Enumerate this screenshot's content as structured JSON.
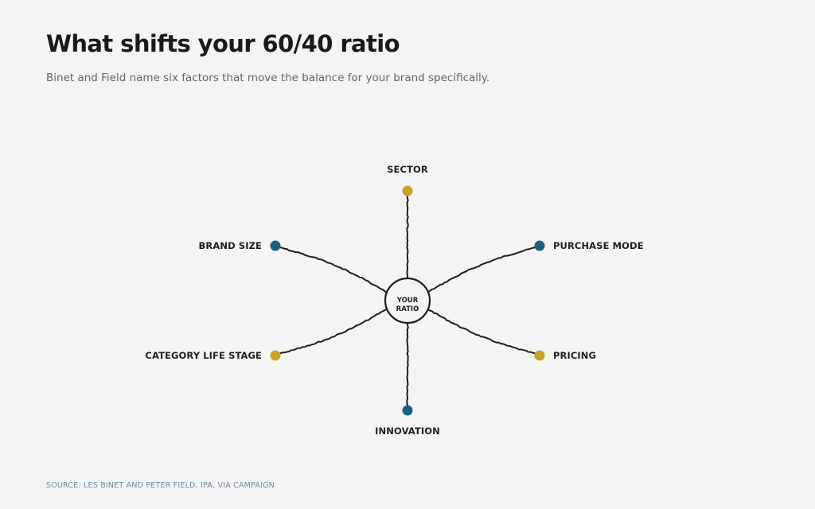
{
  "header": {
    "title": "What shifts your 60/40 ratio",
    "subtitle": "Binet and Field name six factors that move the balance for your brand specifically."
  },
  "diagram": {
    "center": {
      "line1": "YOUR",
      "line2": "RATIO"
    },
    "nodes": [
      {
        "label": "SECTOR",
        "color": "#c9a227"
      },
      {
        "label": "PURCHASE MODE",
        "color": "#1c5f7f"
      },
      {
        "label": "PRICING",
        "color": "#c9a227"
      },
      {
        "label": "INNOVATION",
        "color": "#1c5f7f"
      },
      {
        "label": "CATEGORY LIFE STAGE",
        "color": "#c9a227"
      },
      {
        "label": "BRAND SIZE",
        "color": "#1c5f7f"
      }
    ]
  },
  "footer": {
    "source": "SOURCE: LES BINET AND PETER FIELD, IPA, VIA CAMPAIGN"
  }
}
